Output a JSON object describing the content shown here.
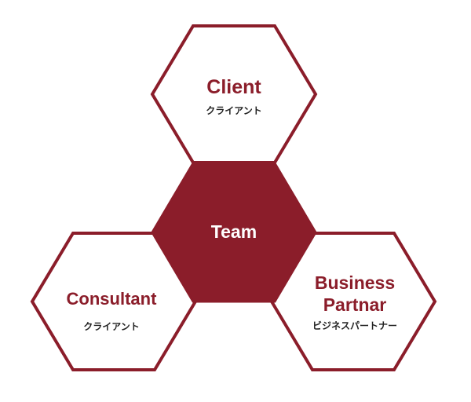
{
  "colors": {
    "brand": "#8B1D2A",
    "background": "#FFFFFF",
    "team_text": "#FFFFFF",
    "subtitle_text": "#222222"
  },
  "diagram": {
    "client": {
      "title": "Client",
      "subtitle": "クライアント"
    },
    "team": {
      "title": "Team"
    },
    "consultant": {
      "title": "Consultant",
      "subtitle": "クライアント"
    },
    "business_partner": {
      "title_line1": "Business",
      "title_line2": "Partnar",
      "subtitle": "ビジネスパートナー"
    }
  }
}
